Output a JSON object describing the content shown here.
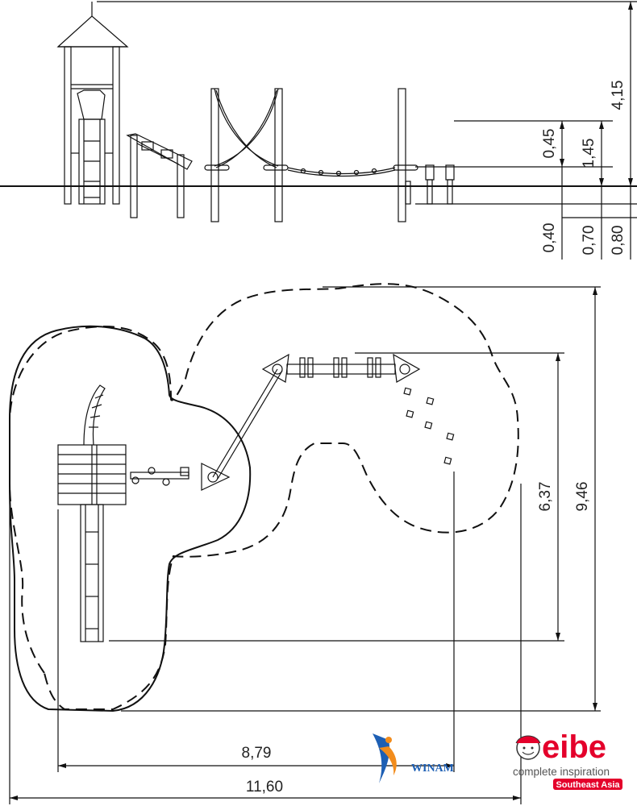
{
  "elevation_dimensions": {
    "total_height": "4,15",
    "upper_segment": "0,45",
    "platform_height": "1,45",
    "foundation_short": "0,40",
    "foundation_mid": "0,70",
    "foundation_long": "0,80"
  },
  "plan_dimensions": {
    "inner_depth": "6,37",
    "total_depth": "9,46",
    "inner_width": "8,79",
    "total_width": "11,60"
  },
  "logos": {
    "brand": "eibe",
    "tagline": "complete inspiration",
    "region": "Southeast Asia",
    "partner": "WINAM"
  },
  "colors": {
    "lines": "#111111",
    "eibe_red": "#e4002b",
    "winam_blue": "#1d5fb4",
    "winam_orange": "#f28c1c"
  }
}
